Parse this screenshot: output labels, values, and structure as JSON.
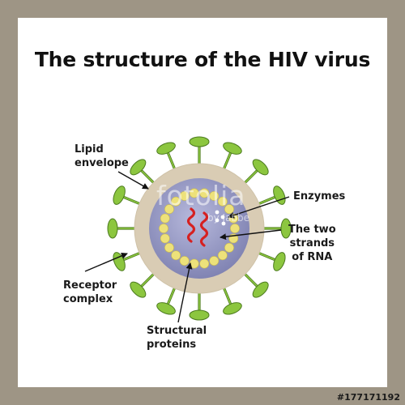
{
  "title": "The structure of the HIV virus",
  "labels": {
    "lipid_envelope": [
      "Lipid",
      "envelope"
    ],
    "enzymes": "Enzymes",
    "rna": [
      "The two",
      "strands",
      "of RNA"
    ],
    "receptor": [
      "Receptor",
      "complex"
    ],
    "structural": [
      "Structural",
      "proteins"
    ]
  },
  "watermark": {
    "brand": "fotolia",
    "credit": "by Jabbe"
  },
  "stock_id": "#177171192",
  "colors": {
    "background": "#9e9585",
    "spike": "#8cc63f",
    "spike_stroke": "#4c7a1f",
    "envelope": "#d9ccb4",
    "capsid": "#8e90bd",
    "protein_dots": "#ede17a",
    "rna": "#d62020",
    "enzyme_dots": "#ffffff"
  },
  "icons": {
    "virus": "hiv-virion-icon"
  }
}
